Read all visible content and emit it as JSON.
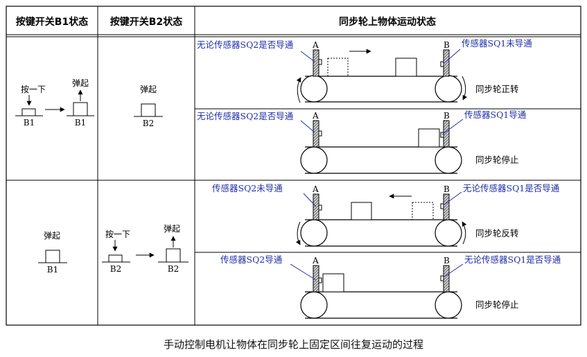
{
  "headers": {
    "col1": "按键开关B1状态",
    "col2": "按键开关B2状态",
    "col3": "同步轮上物体运动状态"
  },
  "keys": {
    "press": "按一下",
    "release": "弹起",
    "b1": "B1",
    "b2": "B2"
  },
  "ends": {
    "a": "A",
    "b": "B"
  },
  "panels": [
    {
      "left_sensor": "无论传感器SQ2是否导通",
      "right_sensor": "传感器SQ1未导通",
      "wheel_state": "同步轮正转"
    },
    {
      "left_sensor": "无论传感器SQ2是否导通",
      "right_sensor": "传感器SQ1导通",
      "wheel_state": "同步轮停止"
    },
    {
      "left_sensor": "传感器SQ2未导通",
      "right_sensor": "无论传感器SQ1是否导通",
      "wheel_state": "同步轮反转"
    },
    {
      "left_sensor": "传感器SQ2导通",
      "right_sensor": "无论传感器SQ1是否导通",
      "wheel_state": "同步轮停止"
    }
  ],
  "caption": "手动控制电机让物体在同步轮上固定区间往复运动的过程"
}
